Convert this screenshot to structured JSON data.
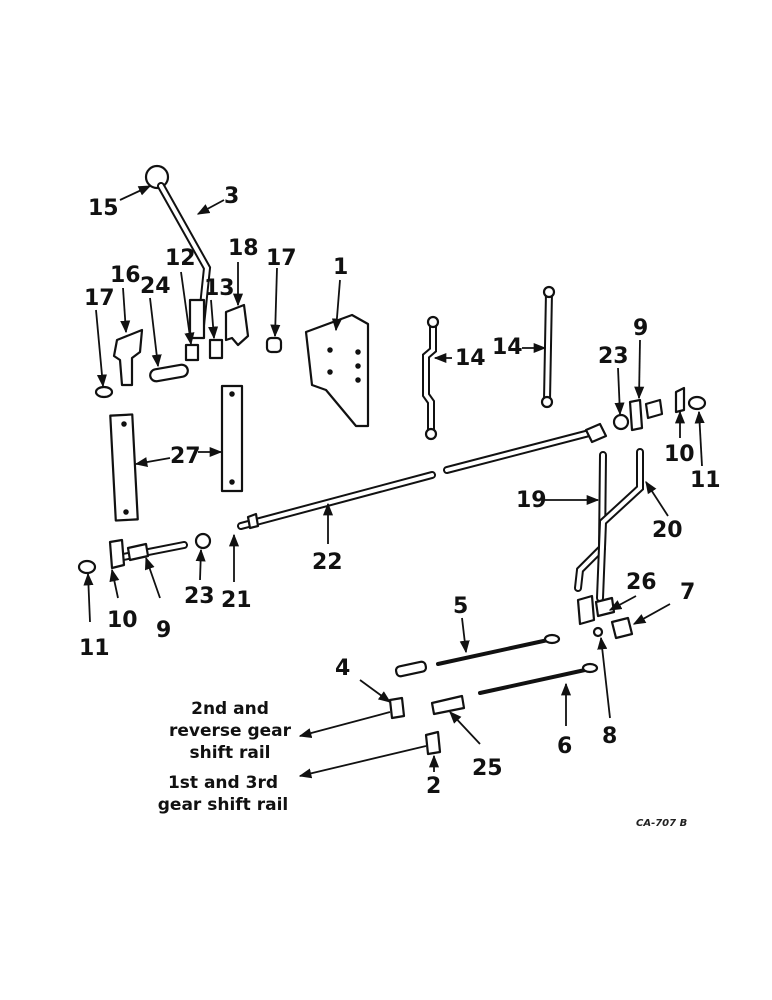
{
  "callouts": {
    "n1": "1",
    "n2": "2",
    "n3": "3",
    "n4": "4",
    "n5": "5",
    "n6": "6",
    "n7": "7",
    "n8": "8",
    "n9a": "9",
    "n9b": "9",
    "n10a": "10",
    "n10b": "10",
    "n11a": "11",
    "n11b": "11",
    "n12": "12",
    "n13": "13",
    "n14a": "14",
    "n14b": "14",
    "n15": "15",
    "n16": "16",
    "n17a": "17",
    "n17b": "17",
    "n18": "18",
    "n19": "19",
    "n20": "20",
    "n21": "21",
    "n22": "22",
    "n23a": "23",
    "n23b": "23",
    "n24": "24",
    "n25": "25",
    "n26": "26",
    "n27": "27"
  },
  "captions": {
    "reverse_rail_line1": "2nd and",
    "reverse_rail_line2": "reverse gear",
    "reverse_rail_line3": "shift rail",
    "first_third_line1": "1st and 3rd",
    "first_third_line2": "gear shift rail"
  },
  "drawing_code": "CA-707 B"
}
